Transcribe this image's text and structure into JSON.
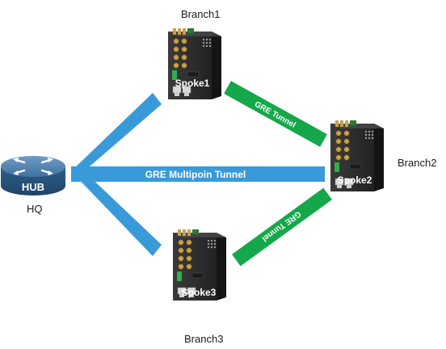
{
  "hub": {
    "badge": "HUB",
    "location": "HQ"
  },
  "spokes": [
    {
      "badge": "Spoke1",
      "branch": "Branch1"
    },
    {
      "badge": "Spoke2",
      "branch": "Branch2"
    },
    {
      "badge": "Spoke3",
      "branch": "Branch3"
    }
  ],
  "tunnels": {
    "multipoint": "GRE Multipoin Tunnel",
    "spoke1_spoke2": "GRE Tunnel",
    "spoke2_spoke3": "GRE Tunnel"
  },
  "colors": {
    "multipoint_tunnel": "#3a9ad9",
    "gre_tunnel": "#14a84a",
    "router_body": "#2f5f8a",
    "device_body": "#2b2b2b",
    "antenna": "#c8a24a"
  },
  "icons": {
    "hub": "router-icon",
    "spoke": "industrial-router-icon"
  }
}
